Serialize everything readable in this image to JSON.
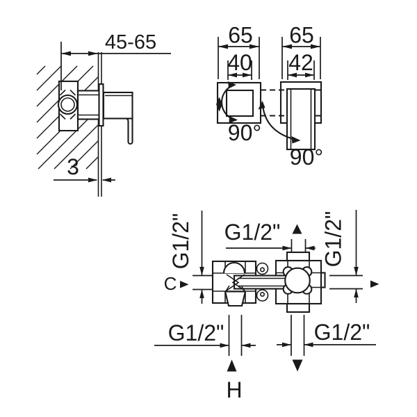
{
  "drawing_type": "technical dimension drawing of concealed wall-mounted mixer valve",
  "side_view": {
    "depth_range_label": "45-65",
    "panel_thickness_label": "3"
  },
  "front_view": {
    "left_plate_width_label": "65",
    "left_inner_width_label": "40",
    "left_rotation_label": "90°",
    "right_plate_width_label": "65",
    "handle_width_label": "42",
    "right_rotation_label": "90°"
  },
  "plan_view": {
    "left_port_thread_label": "G1/2\"",
    "top_port_thread_label": "G1/2\"",
    "right_port_thread_label": "G1/2\"",
    "bottom_left_port_thread_label": "G1/2\"",
    "bottom_right_port_thread_label": "G1/2\"",
    "cold_label": "C",
    "hot_label": "H"
  },
  "colors": {
    "line": "#1a1a1a",
    "background": "#ffffff"
  }
}
